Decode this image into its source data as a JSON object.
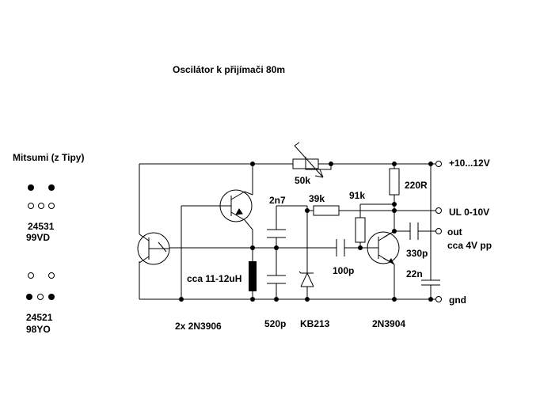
{
  "title": "Oscilátor k přijímači 80m",
  "module": {
    "name": "Mitsumi (z Tipy)",
    "chip1": {
      "code": "24531",
      "sub": "99VD"
    },
    "chip2": {
      "code": "24521",
      "sub": "98YO"
    }
  },
  "components": {
    "pot": "50k",
    "c_2n7": "2n7",
    "r_39k": "39k",
    "r_91k": "91k",
    "r_220r": "220R",
    "coil": "cca 11-12uH",
    "c_100p": "100p",
    "c_330p": "330p",
    "c_22n": "22n",
    "c_520p": "520p",
    "varicap": "KB213",
    "transistors_pnp": "2x 2N3906",
    "transistor_npn": "2N3904"
  },
  "terminals": {
    "vcc": "+10...12V",
    "ul": "UL 0-10V",
    "out": "out",
    "out_note": "cca 4V pp",
    "gnd": "gnd"
  }
}
